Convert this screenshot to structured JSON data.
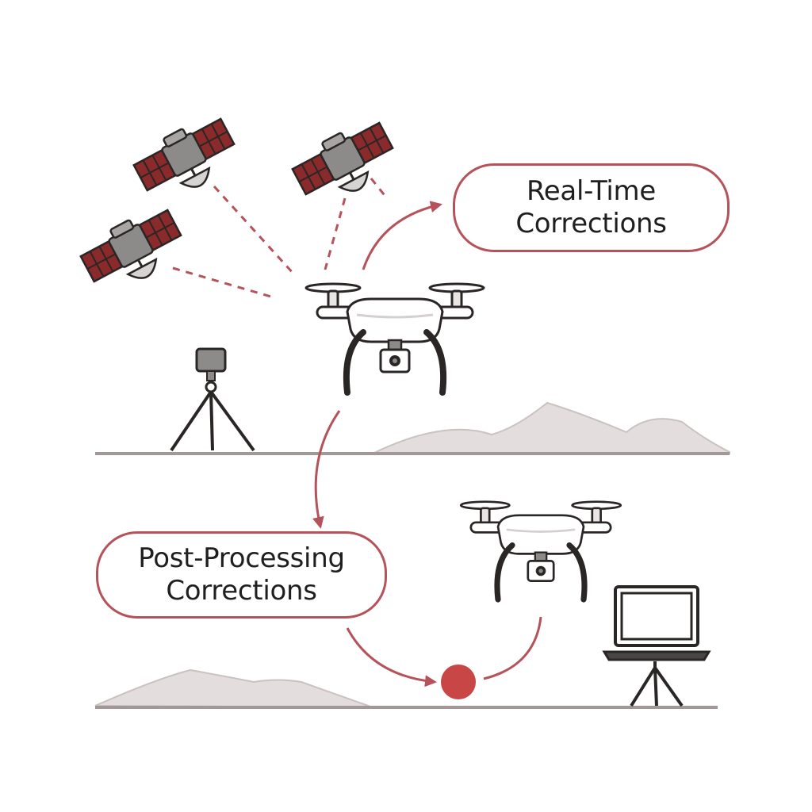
{
  "labels": {
    "realtime": [
      "Real-Time",
      "Corrections"
    ],
    "postprocessing": [
      "Post-Processing",
      "Corrections"
    ]
  },
  "colors": {
    "accent": "#b5525a",
    "dark_red": "#8a2a2a",
    "outline": "#2b2626",
    "ground": "#a39898",
    "hill": "#e3dedd",
    "body_gray": "#8d8a8a",
    "marker": "#c84646"
  },
  "icons": [
    "satellite-icon",
    "drone-icon",
    "tripod-base-station-icon",
    "laptop-icon",
    "ground-point-marker"
  ]
}
